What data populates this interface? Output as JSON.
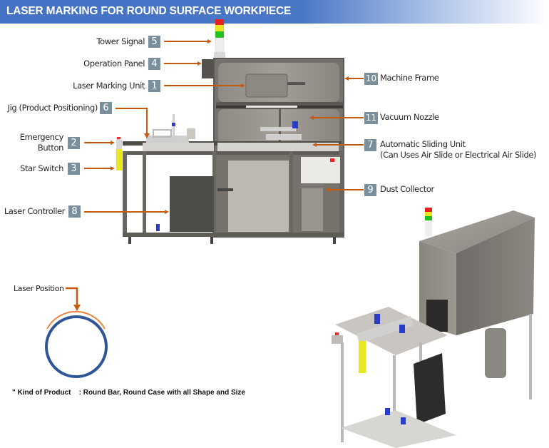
{
  "title": "LASER MARKING FOR ROUND SURFACE WORKPIECE",
  "colors": {
    "title_bar": "#4472c4",
    "badge": "#7a8f9c",
    "arrow": "#c55a11",
    "circle": "#2f5597",
    "laser_arc": "#ed7d31"
  },
  "callouts": [
    {
      "number": "5",
      "label": "Tower Signal"
    },
    {
      "number": "4",
      "label": "Operation Panel"
    },
    {
      "number": "1",
      "label": "Laser Marking Unit"
    },
    {
      "number": "6",
      "label": "Jig (Product Positioning)"
    },
    {
      "number": "2",
      "label_line1": "Emergency",
      "label_line2": "Button"
    },
    {
      "number": "3",
      "label": "Star Switch"
    },
    {
      "number": "8",
      "label": "Laser Controller"
    },
    {
      "number": "10",
      "label": "Machine Frame"
    },
    {
      "number": "11",
      "label": "Vacuum Nozzle"
    },
    {
      "number": "7",
      "label_line1": "Automatic Sliding Unit",
      "label_line2": "(Can Uses Air Slide or Electrical Air Slide)"
    },
    {
      "number": "9",
      "label": "Dust Collector"
    }
  ],
  "laser_position": {
    "label": "Laser Position"
  },
  "footnote": "\" Kind of Product    : Round Bar, Round Case with all Shape and Size"
}
